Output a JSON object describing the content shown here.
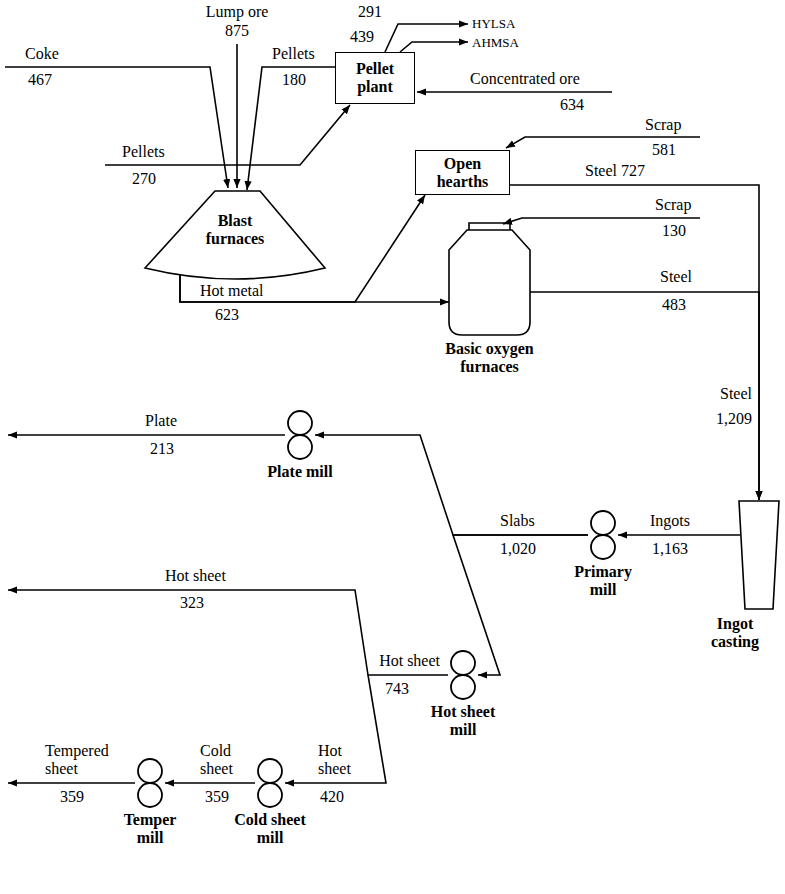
{
  "diagram": {
    "nodes": [
      {
        "text": [
          "Pellet plant"
        ]
      },
      {
        "text": [
          "Blast furnaces"
        ]
      },
      {
        "text": [
          "Open hearths"
        ]
      },
      {
        "text": [
          "Basic oxygen furnaces"
        ]
      },
      {
        "text": [
          "Ingot casting"
        ]
      },
      {
        "text": [
          "Primary mill"
        ]
      },
      {
        "text": [
          "Plate mill"
        ]
      },
      {
        "text": [
          "Hot sheet mill"
        ]
      },
      {
        "text": [
          "Cold sheet mill"
        ]
      },
      {
        "text": [
          "Temper mill"
        ]
      }
    ],
    "edges": [
      {
        "from": 0,
        "to": 1,
        "arrow": "to"
      },
      {
        "from": 1,
        "to": 2,
        "arrow": "to"
      },
      {
        "from": 1,
        "to": 3,
        "arrow": "to"
      },
      {
        "from": 2,
        "to": 4,
        "arrow": "to"
      },
      {
        "from": 3,
        "to": 4,
        "arrow": "to"
      },
      {
        "from": 4,
        "to": 5,
        "arrow": "to"
      },
      {
        "from": 5,
        "to": 6,
        "arrow": "to"
      },
      {
        "from": 5,
        "to": 7,
        "arrow": "to"
      },
      {
        "from": 7,
        "to": 8,
        "arrow": "to"
      },
      {
        "from": 8,
        "to": 9,
        "arrow": "to"
      }
    ],
    "labels": [
      "Lump ore",
      "875",
      "Coke",
      "467",
      "Pellets",
      "180",
      "291",
      "HYLSA",
      "439",
      "AHMSA",
      "Concentrated ore",
      "634",
      "Pellets",
      "270",
      "Hot metal",
      "623",
      "Scrap",
      "581",
      "Steel 727",
      "Scrap",
      "130",
      "Steel",
      "483",
      "Steel",
      "1,209",
      "Plate",
      "213",
      "Hot sheet",
      "323",
      "Slabs",
      "1,020",
      "Ingots",
      "1,163",
      "Hot sheet",
      "743",
      "Tempered sheet",
      "359",
      "Cold sheet",
      "359",
      "Hot sheet",
      "420"
    ]
  }
}
